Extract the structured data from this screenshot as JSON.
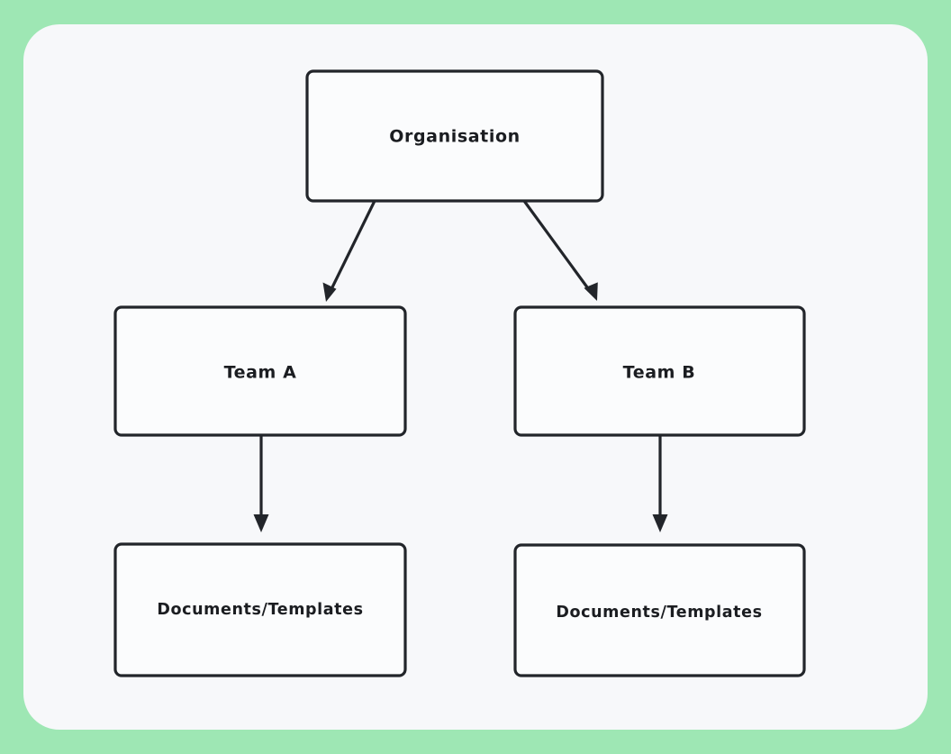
{
  "canvas": {
    "background_color": "#9ee7b4",
    "surface_color": "#f7f8fa",
    "stroke_color": "#22252a",
    "node_fill_color": "#fbfcfd"
  },
  "diagram": {
    "type": "flowchart",
    "orientation": "top-down",
    "nodes": [
      {
        "id": "organisation",
        "label": "Organisation"
      },
      {
        "id": "team-a",
        "label": "Team A"
      },
      {
        "id": "team-b",
        "label": "Team B"
      },
      {
        "id": "documents-templates-a",
        "label": "Documents/Templates"
      },
      {
        "id": "documents-templates-b",
        "label": "Documents/Templates"
      }
    ],
    "edges": [
      {
        "from": "organisation",
        "to": "team-a",
        "style": "solid-arrow"
      },
      {
        "from": "organisation",
        "to": "team-b",
        "style": "solid-arrow"
      },
      {
        "from": "team-a",
        "to": "documents-templates-a",
        "style": "solid-arrow"
      },
      {
        "from": "team-b",
        "to": "documents-templates-b",
        "style": "solid-arrow"
      }
    ]
  }
}
